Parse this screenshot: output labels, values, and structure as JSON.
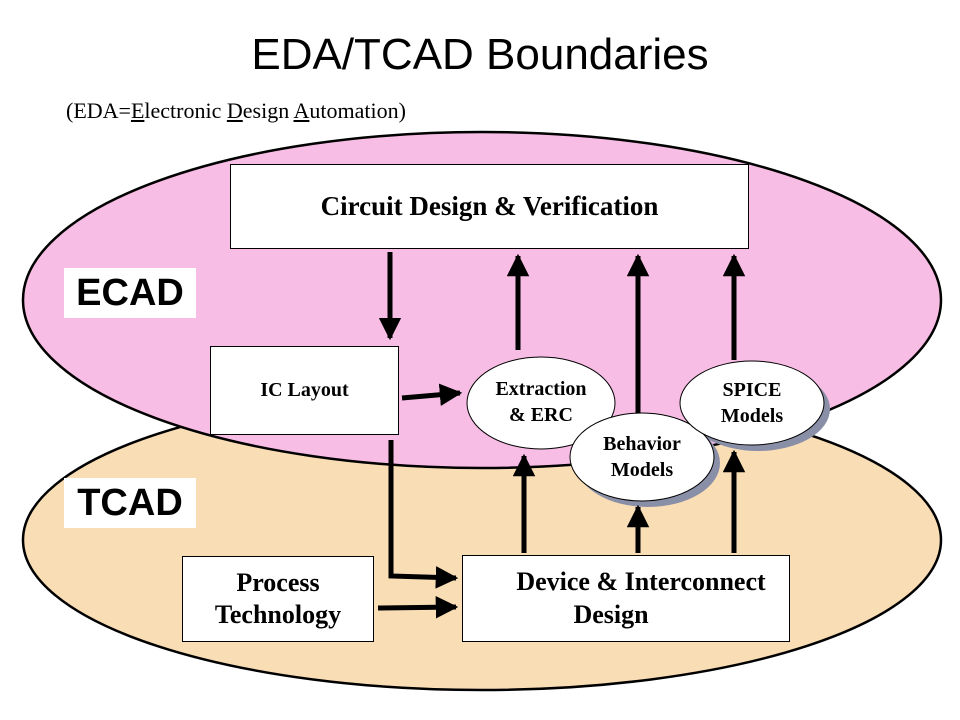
{
  "title": "EDA/TCAD Boundaries",
  "subtitle": {
    "prefix": "(EDA=",
    "e": "E",
    "e_rest": "lectronic ",
    "d": "D",
    "d_rest": "esign ",
    "a": "A",
    "a_rest": "utomation)"
  },
  "regions": {
    "ecad_label": "ECAD",
    "tcad_label": "TCAD",
    "ecad_color": "#f8bde4",
    "tcad_color": "#f9ddb5"
  },
  "boxes": {
    "circuit": "Circuit Design & Verification",
    "ic_layout": "IC Layout",
    "process_line1": "Process",
    "process_line2": "Technology",
    "device_line1": "Device & Interconnect",
    "device_line2": "Design"
  },
  "ovals": {
    "extraction_line1": "Extraction",
    "extraction_line2": "& ERC",
    "behavior_line1": "Behavior",
    "behavior_line2": "Models",
    "spice_line1": "SPICE",
    "spice_line2": "Models"
  }
}
